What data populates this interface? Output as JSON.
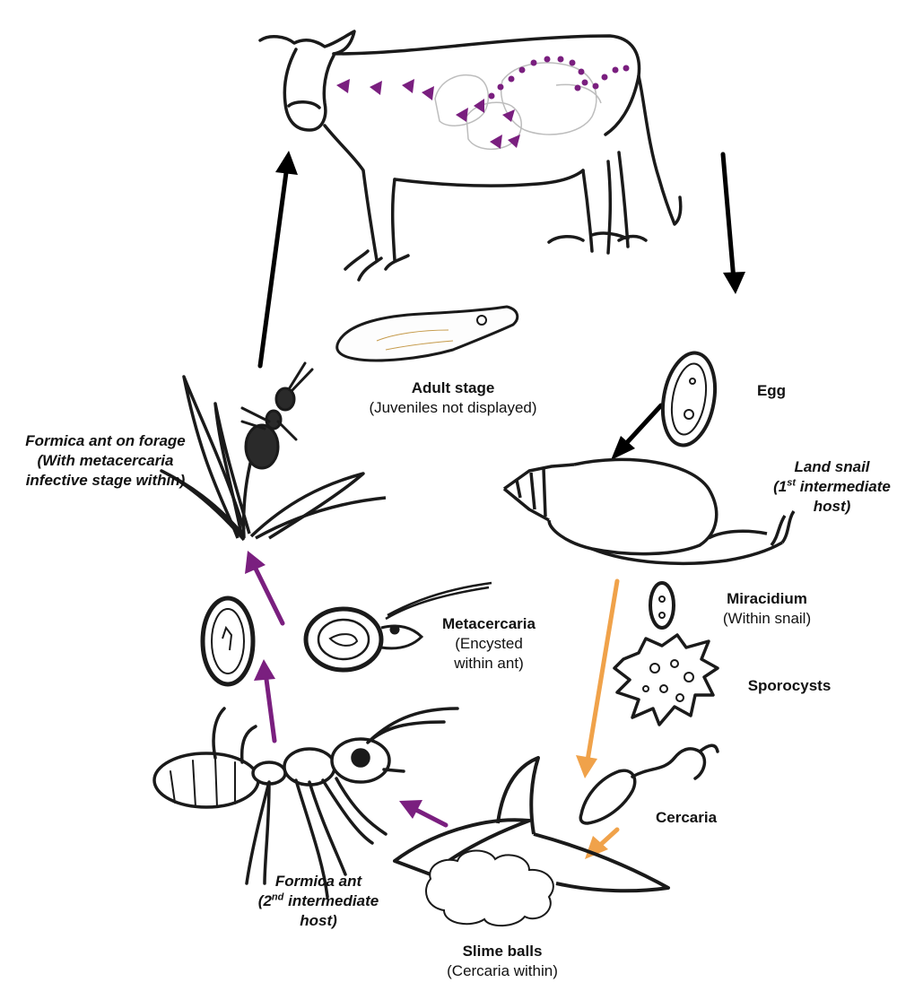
{
  "labels": {
    "adult": {
      "title": "Adult stage",
      "sub": "(Juveniles not displayed)"
    },
    "egg": {
      "title": "Egg"
    },
    "snail": {
      "line1": "Land snail",
      "line2_pre": "(1",
      "line2_sup": "st",
      "line2_post": " intermediate",
      "line3": "host)"
    },
    "miracidium": {
      "title": "Miracidium",
      "sub": "(Within snail)"
    },
    "sporocysts": {
      "title": "Sporocysts"
    },
    "cercaria": {
      "title": "Cercaria"
    },
    "slime": {
      "title": "Slime balls",
      "sub": "(Cercaria within)"
    },
    "ant": {
      "line1": "Formica ant",
      "line2_pre": "(2",
      "line2_sup": "nd",
      "line2_post": " intermediate",
      "line3": "host)"
    },
    "metacercaria": {
      "title": "Metacercaria",
      "sub1": "(Encysted",
      "sub2": "within ant)"
    },
    "forage": {
      "line1": "Formica ant on forage",
      "line2": "(With metacercaria",
      "line3": "infective stage within)"
    }
  },
  "colors": {
    "ink": "#1a1a1a",
    "purple": "#7a1f7f",
    "orange": "#f0a24a",
    "black_arrow": "#000000"
  }
}
